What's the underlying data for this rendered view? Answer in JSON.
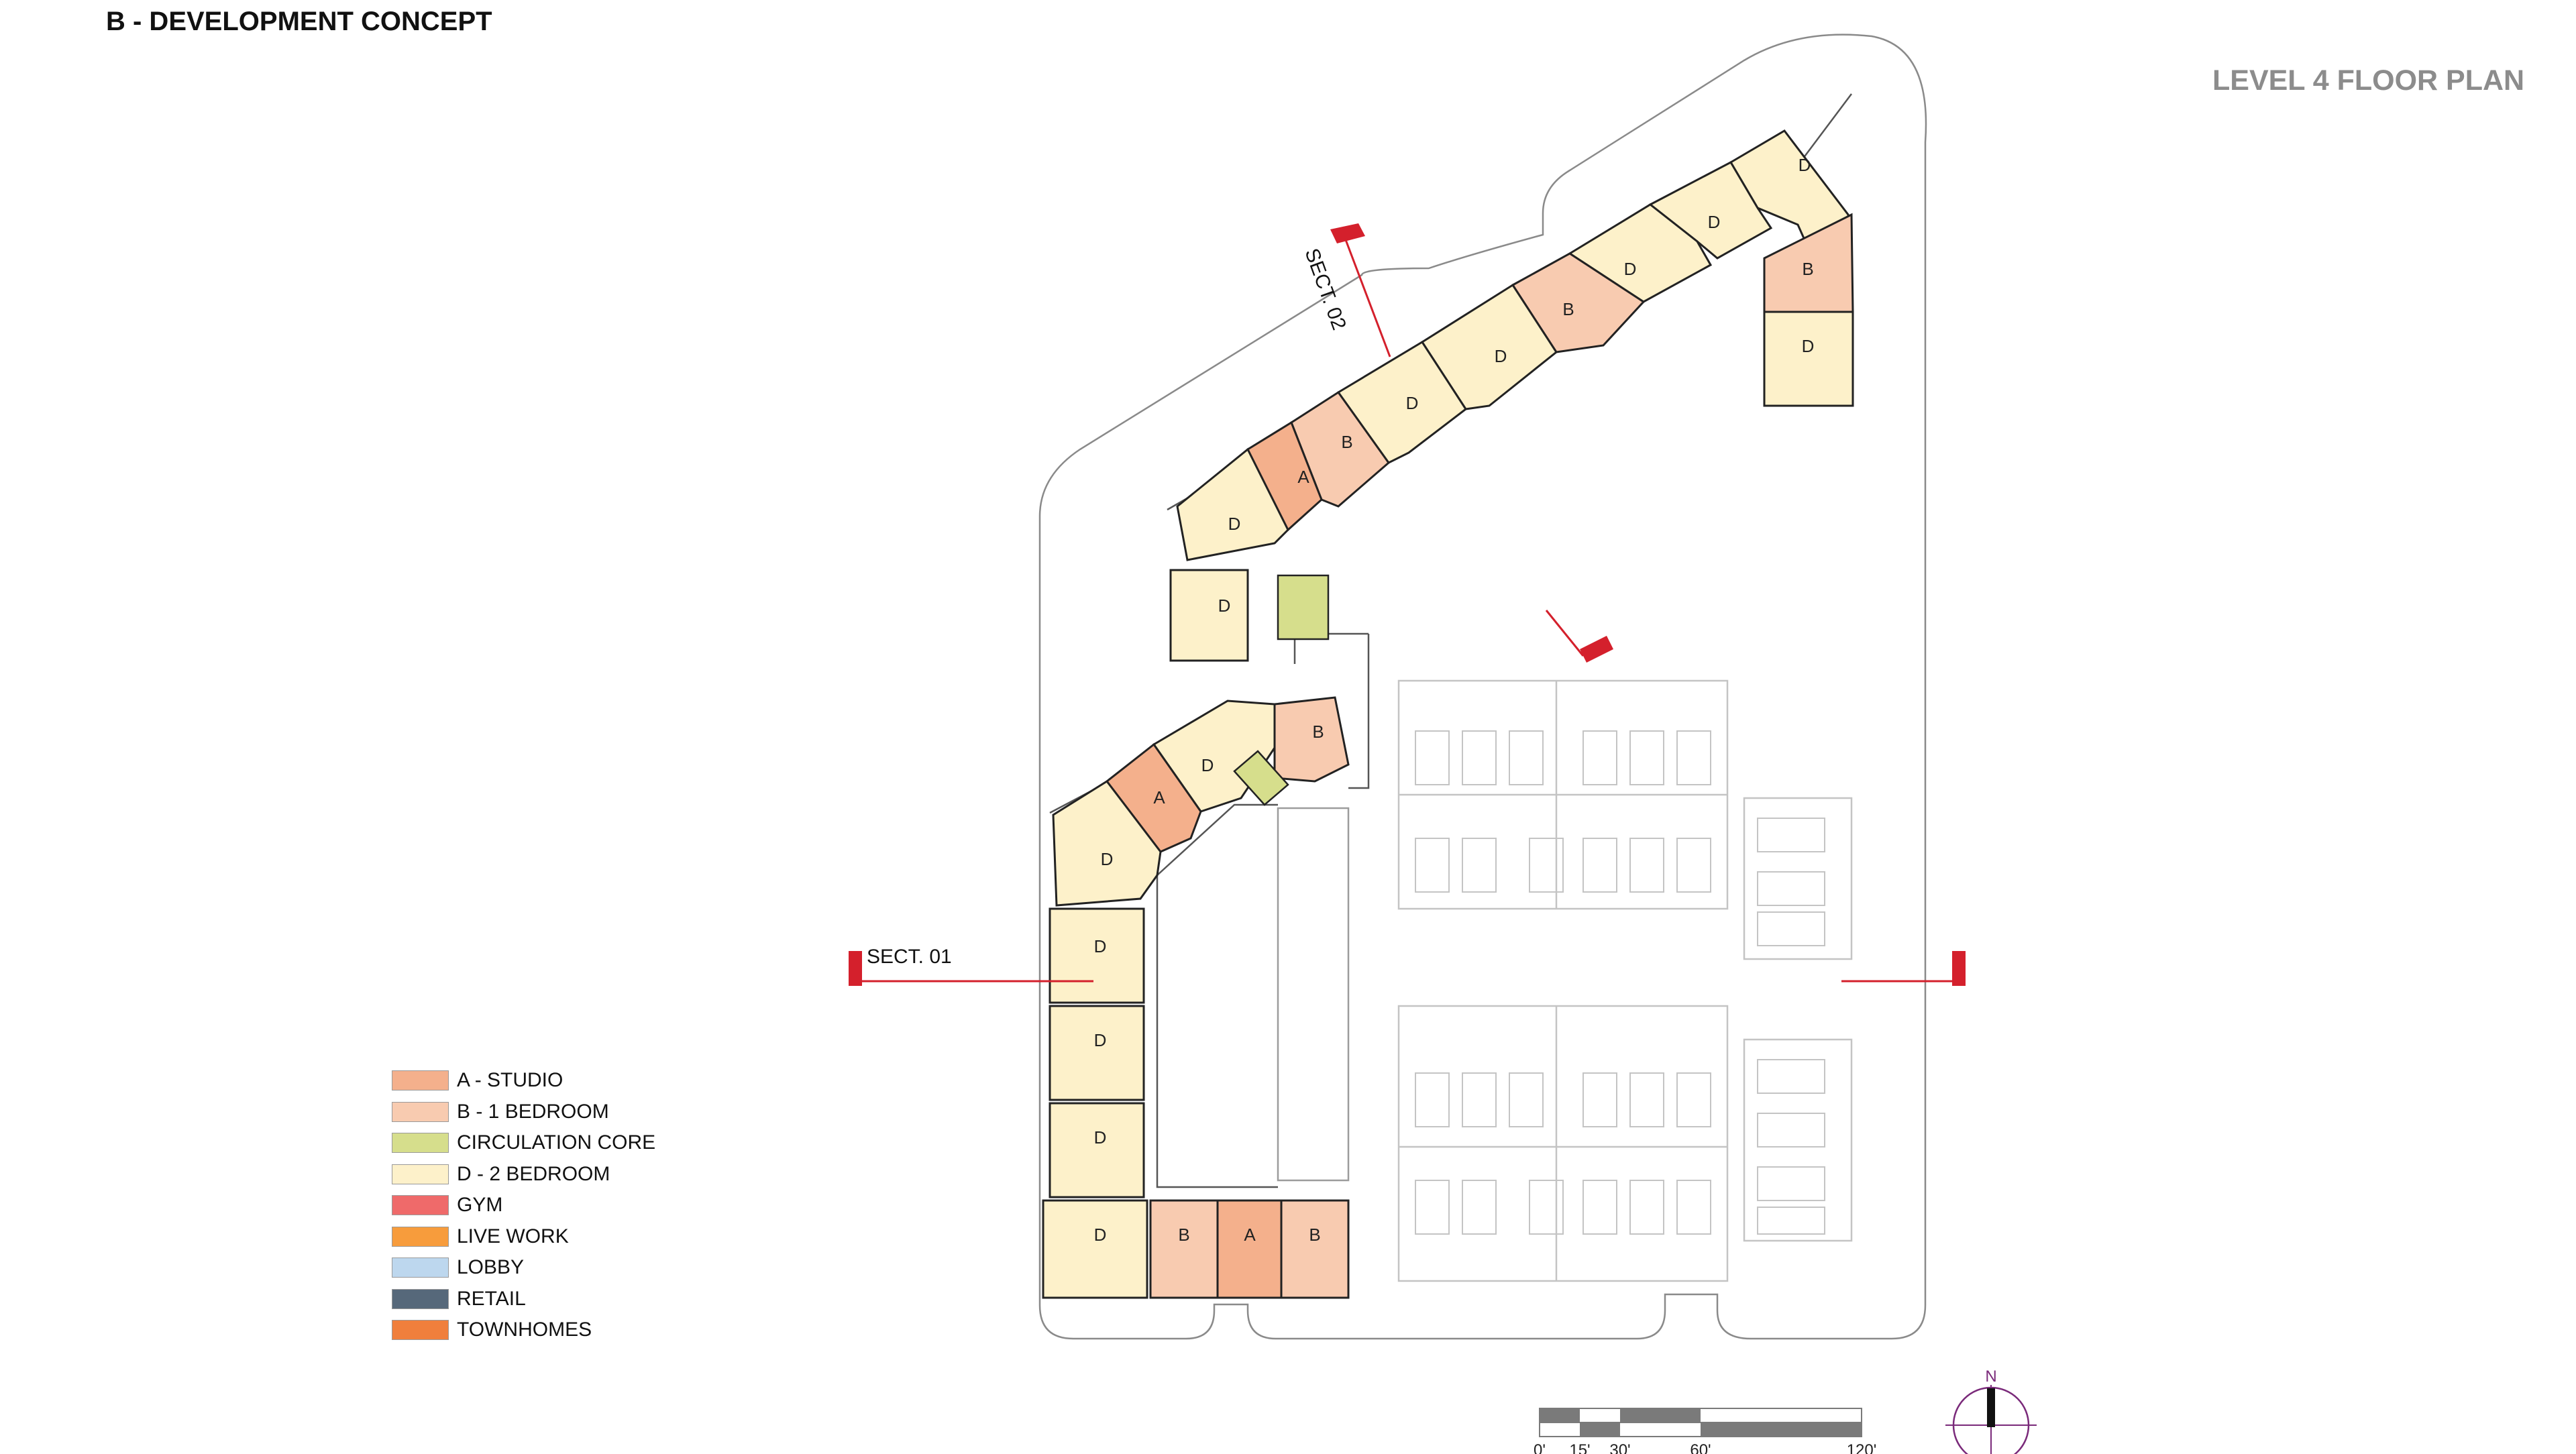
{
  "header": {
    "title": "B - DEVELOPMENT CONCEPT",
    "plan_title": "LEVEL 4 FLOOR PLAN"
  },
  "colors": {
    "studio": "#F4B08C",
    "one_bedroom": "#F8CBB0",
    "circulation_core": "#D6DE8C",
    "two_bedroom": "#FDF1CA",
    "gym": "#EF6A6A",
    "live_work": "#F79C3C",
    "lobby": "#BDD7EE",
    "retail": "#56687A",
    "townhomes": "#F07F3C",
    "section_mark": "#D4202C",
    "north_arrow": "#7A2A7A",
    "background_building": "#BDBDBD"
  },
  "legend": [
    {
      "label": "A - STUDIO",
      "color": "#F4B08C"
    },
    {
      "label": "B - 1 BEDROOM",
      "color": "#F8CBB0"
    },
    {
      "label": "CIRCULATION CORE",
      "color": "#D6DE8C"
    },
    {
      "label": "D - 2 BEDROOM",
      "color": "#FDF1CA"
    },
    {
      "label": "GYM",
      "color": "#EF6A6A"
    },
    {
      "label": "LIVE WORK",
      "color": "#F79C3C"
    },
    {
      "label": "LOBBY",
      "color": "#BDD7EE"
    },
    {
      "label": "RETAIL",
      "color": "#56687A"
    },
    {
      "label": "TOWNHOMES",
      "color": "#F07F3C"
    }
  ],
  "sections": {
    "sect01": "SECT. 01",
    "sect02": "SECT. 02"
  },
  "scale_bar": {
    "ticks": [
      "0'",
      "15'",
      "30'",
      "60'",
      "120'"
    ]
  },
  "north_label": "N"
}
